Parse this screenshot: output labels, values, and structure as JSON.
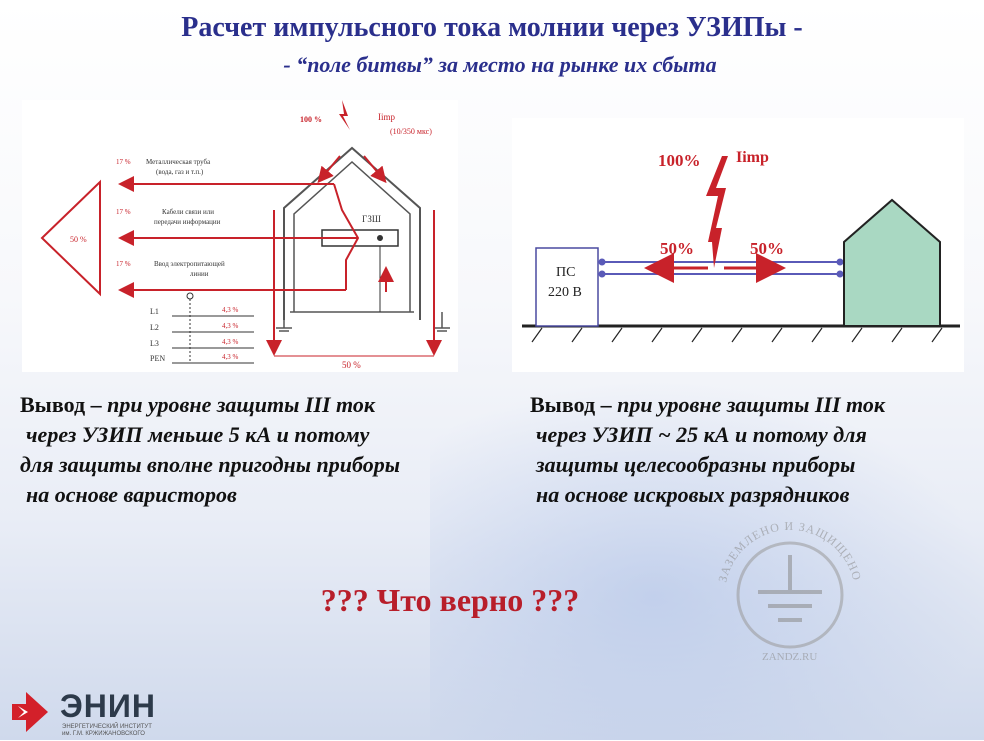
{
  "title": {
    "line1": "Расчет импульсного тока молнии через УЗИПы -",
    "line2": "- “поле битвы” за место на рынке их сбыта"
  },
  "left_diagram": {
    "strike_percent": "100 %",
    "strike_label": "Iimp",
    "strike_waveform": "(10/350 мкс)",
    "paths": [
      {
        "percent": "17 %",
        "label_line1": "Металлическая труба",
        "label_line2": "(вода, газ и т.п.)"
      },
      {
        "percent": "17 %",
        "label_line1": "Кабели связи или",
        "label_line2": "передачи информации"
      },
      {
        "percent": "17 %",
        "label_line1": "Ввод электропитающей",
        "label_line2": "линии"
      }
    ],
    "total_outgoing": "50 %",
    "ground_percent": "50 %",
    "device_label": "ГЗШ",
    "lines": [
      {
        "name": "L1",
        "percent": "4,3 %"
      },
      {
        "name": "L2",
        "percent": "4,3 %"
      },
      {
        "name": "L3",
        "percent": "4,3 %"
      },
      {
        "name": "PEN",
        "percent": "4,3 %"
      }
    ]
  },
  "right_diagram": {
    "strike_percent": "100%",
    "strike_label": "Iimp",
    "left_split": "50%",
    "right_split": "50%",
    "substation_line1": "ПС",
    "substation_line2": "220 В"
  },
  "conclusion_left": {
    "lead": "Вывод – ",
    "lines": [
      "при уровне защиты III ток",
      "через УЗИП меньше 5 кА и потому",
      "для защиты вполне пригодны приборы",
      "на основе варисторов"
    ]
  },
  "conclusion_right": {
    "lead": "Вывод – ",
    "lines": [
      "при уровне защиты III ток",
      "через УЗИП ~ 25 кА и потому для",
      "защиты целесообразны приборы",
      "на основе искровых разрядников"
    ]
  },
  "question": "???  Что верно ???",
  "logo": {
    "name": "ЭНИН",
    "subtitle_line1": "ЭНЕРГЕТИЧЕСКИЙ ИНСТИТУТ",
    "subtitle_line2": "им. Г.М. КРЖИЖАНОВСКОГО"
  },
  "stamp": {
    "ring_text": "ЗАЗЕМЛЕНО И ЗАЩИЩЕНО",
    "site": "ZANDZ.RU",
    "icon": "ground-symbol-icon"
  },
  "colors": {
    "title": "#2a2f8c",
    "red": "#c8222a",
    "question": "#b81e2a",
    "house_fill": "#a9d8c2",
    "wire_blue": "#5a5ab8"
  }
}
